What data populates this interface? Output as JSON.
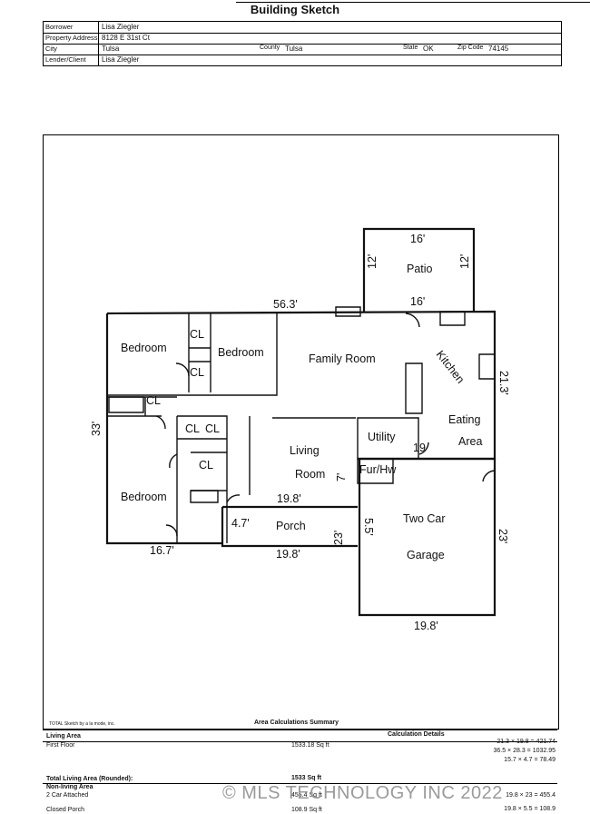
{
  "title": "Building Sketch",
  "header": {
    "borrower_label": "Borrower",
    "borrower": "Lisa Ziegler",
    "address_label": "Property Address",
    "address": "8128 E 31st Ct",
    "city_label": "City",
    "city": "Tulsa",
    "county_label": "County",
    "county": "Tulsa",
    "state_label": "State",
    "state": "OK",
    "zip_label": "Zip Code",
    "zip": "74145",
    "lender_label": "Lender/Client",
    "lender": "Lisa Ziegler"
  },
  "plan": {
    "top_dim": "56.3'",
    "patio": "Patio",
    "patio_top": "16'",
    "patio_bottom": "16'",
    "patio_left": "12'",
    "patio_right": "12'",
    "bedroom1": "Bedroom",
    "bedroom2": "Bedroom",
    "bedroom3": "Bedroom",
    "closet": "CL",
    "family_room": "Family Room",
    "kitchen": "Kitchen",
    "right_dim": "21.3'",
    "eating": "Eating",
    "area": "Area",
    "utility": "Utility",
    "nineteen": "19",
    "living": "Living",
    "room": "Room",
    "fur_hw": "Fur/Hw",
    "seven": "7'",
    "left_dim": "33'",
    "dim_19_8_a": "19.8'",
    "dim_4_7": "4.7'",
    "porch": "Porch",
    "dim_23_porch": "23'",
    "dim_5_5": "5.5'",
    "two_car": "Two Car",
    "garage": "Garage",
    "garage_right": "23'",
    "dim_16_7": "16.7'",
    "dim_19_8_b": "19.8'",
    "dim_19_8_c": "19.8'"
  },
  "footer_small": "TOTAL Sketch by a la mode, inc.",
  "summary": {
    "title": "Area Calculations Summary",
    "living_area": "Living Area",
    "calc_details": "Calculation Details",
    "first_floor": "First Floor",
    "first_floor_value": "1533.18 Sq ft",
    "calc_lines": [
      "21.3 × 19.8 =   421.74",
      "36.5 × 28.3 = 1032.95",
      "15.7 × 4.7 =    78.49"
    ],
    "total_living": "Total Living Area (Rounded):",
    "total_living_value": "1533 Sq ft",
    "non_living": "Non-living Area",
    "garage_label": "2 Car Attached",
    "garage_value": "455.4 Sq ft",
    "garage_calc": "19.8 × 23 =    455.4",
    "porch_label": "Closed Porch",
    "porch_value": "108.9 Sq ft",
    "porch_calc": "19.8 × 5.5 =    108.9"
  },
  "watermark": "© MLS TECHNOLOGY INC 2022"
}
